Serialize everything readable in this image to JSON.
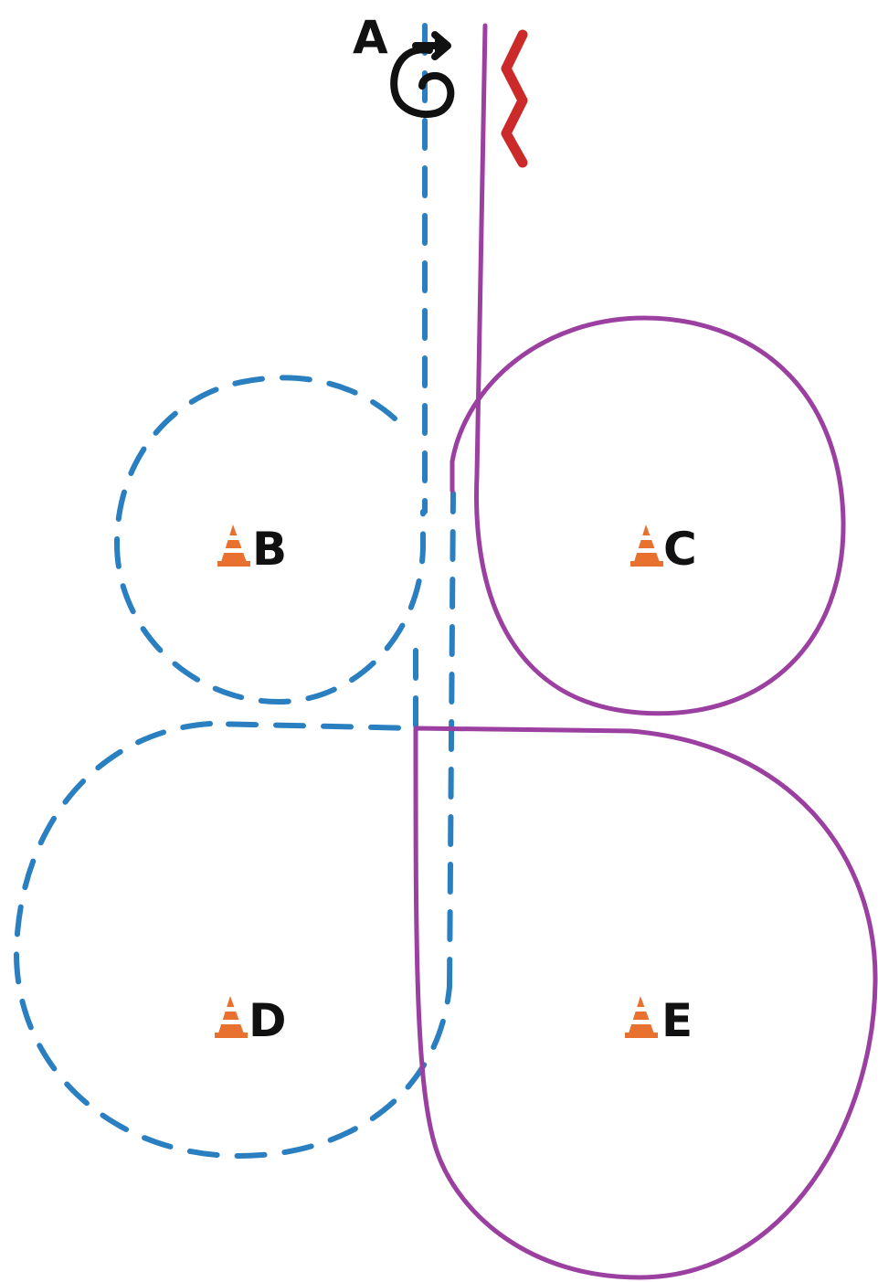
{
  "colors": {
    "dashed_route": "#2a7fc1",
    "solid_route": "#9b3fa0",
    "zigzag": "#cc2a2a",
    "cone": "#e8712f",
    "cone_stripe": "#ffffff",
    "label": "#111111",
    "start_icon": "#111111"
  },
  "icons": {
    "start_marker": "rotate-start-icon",
    "cone_marker": "traffic-cone-icon",
    "zigzag_marker": "zigzag-icon"
  },
  "points": [
    {
      "id": "A",
      "label": "A"
    },
    {
      "id": "B",
      "label": "B"
    },
    {
      "id": "C",
      "label": "C"
    },
    {
      "id": "D",
      "label": "D"
    },
    {
      "id": "E",
      "label": "E"
    }
  ]
}
